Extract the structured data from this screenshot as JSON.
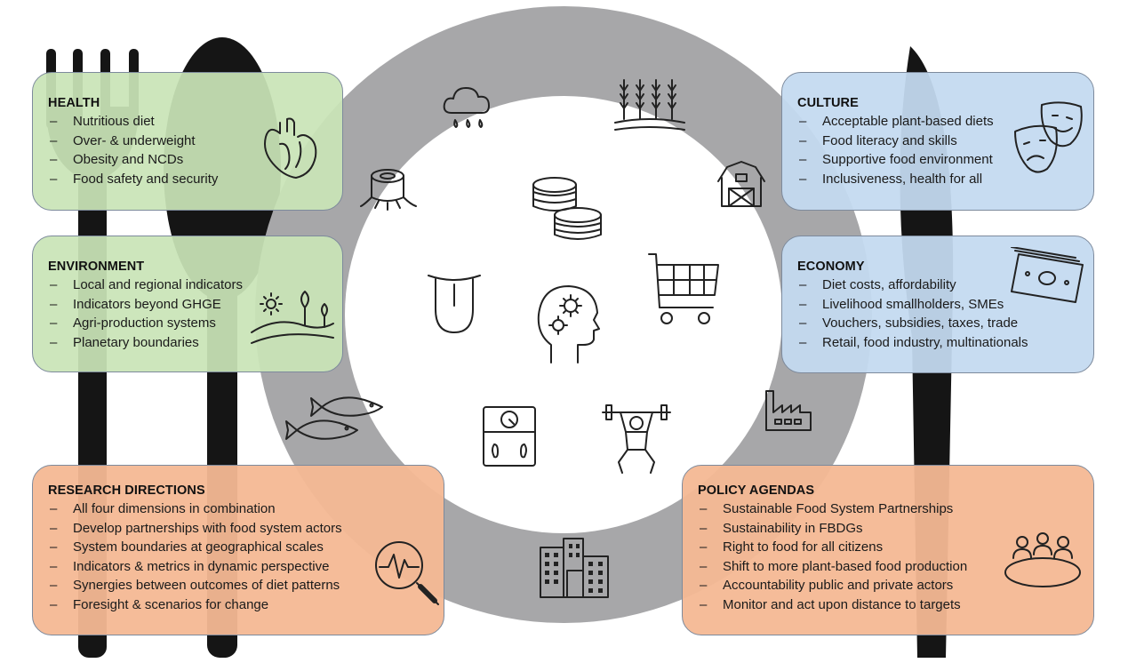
{
  "panels": {
    "health": {
      "title": "HEALTH",
      "items": [
        "Nutritious diet",
        "Over- & underweight",
        "Obesity and NCDs",
        "Food safety and security"
      ]
    },
    "environment": {
      "title": "ENVIRONMENT",
      "items": [
        "Local and regional indicators",
        "Indicators beyond GHGE",
        "Agri-production systems",
        "Planetary boundaries"
      ]
    },
    "culture": {
      "title": "CULTURE",
      "items": [
        "Acceptable plant-based diets",
        "Food literacy and skills",
        "Supportive food environment",
        "Inclusiveness, health for all"
      ]
    },
    "economy": {
      "title": "ECONOMY",
      "items": [
        "Diet costs, affordability",
        "Livelihood smallholders, SMEs",
        "Vouchers, subsidies, taxes, trade",
        "Retail, food industry, multinationals"
      ]
    },
    "research": {
      "title": "RESEARCH DIRECTIONS",
      "items": [
        "All four dimensions in combination",
        "Develop partnerships with food system actors",
        "System boundaries at geographical scales",
        "Indicators & metrics in dynamic perspective",
        "Synergies between outcomes of diet patterns",
        "Foresight & scenarios for change"
      ]
    },
    "policy": {
      "title": "POLICY AGENDAS",
      "items": [
        "Sustainable Food System Partnerships",
        "Sustainability in FBDGs",
        "Right to food for all citizens",
        "Shift to more plant-based food production",
        "Accountability public and private actors",
        "Monitor and act upon distance to targets"
      ]
    }
  },
  "icons": {
    "panels": [
      "heart-icon",
      "landscape-icon",
      "theater-masks-icon",
      "banknotes-icon",
      "magnifier-chart-icon",
      "meeting-table-icon"
    ],
    "ring": [
      "rain-cloud-icon",
      "wheat-icon",
      "barn-icon",
      "factory-icon",
      "city-buildings-icon",
      "fish-icon",
      "tree-stump-icon"
    ],
    "center": [
      "coins-icon",
      "shopping-cart-icon",
      "weightlifter-icon",
      "scale-icon",
      "tongue-icon",
      "head-gears-icon"
    ]
  },
  "colors": {
    "health": "#c9e4b7",
    "environment": "#c9e4b7",
    "culture": "#c4daf0",
    "economy": "#c4daf0",
    "research": "#f4b893",
    "policy": "#f4b893",
    "ring": "#a7a7a9",
    "cutlery": "#151515"
  }
}
